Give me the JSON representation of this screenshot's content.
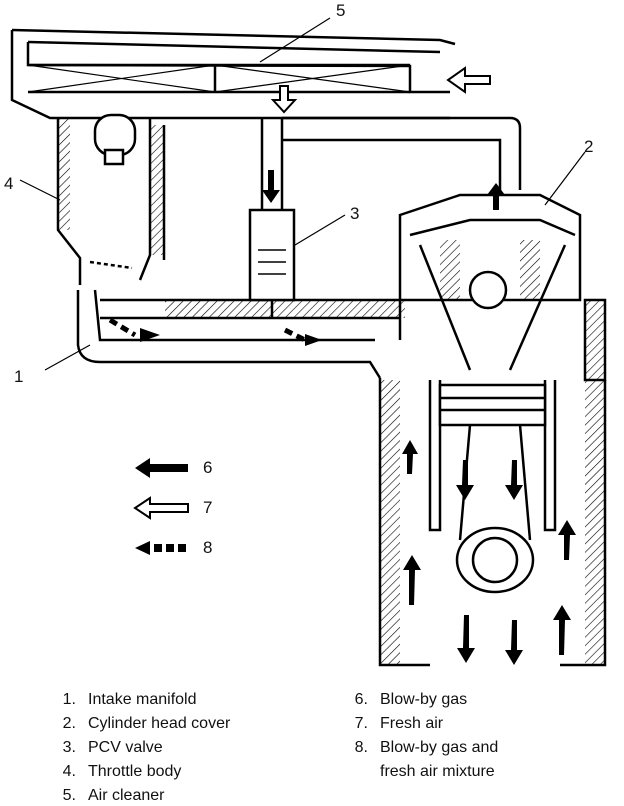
{
  "callouts": [
    "1",
    "2",
    "3",
    "4",
    "5"
  ],
  "key": [
    {
      "num": "6",
      "kind": "solid"
    },
    {
      "num": "7",
      "kind": "hollow"
    },
    {
      "num": "8",
      "kind": "dashed"
    }
  ],
  "legend_left": [
    {
      "num": "1.",
      "text": "Intake manifold"
    },
    {
      "num": "2.",
      "text": "Cylinder head cover"
    },
    {
      "num": "3.",
      "text": "PCV valve"
    },
    {
      "num": "4.",
      "text": "Throttle body"
    },
    {
      "num": "5.",
      "text": "Air cleaner"
    }
  ],
  "legend_right": [
    {
      "num": "6.",
      "text": "Blow-by gas"
    },
    {
      "num": "7.",
      "text": "Fresh air"
    },
    {
      "num": "8.",
      "text": "Blow-by gas and",
      "text2": "fresh air mixture"
    }
  ]
}
